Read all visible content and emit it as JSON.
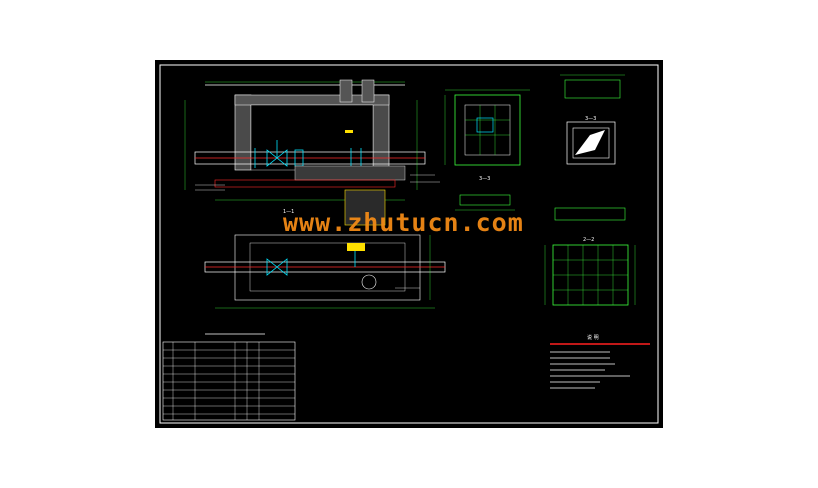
{
  "watermark": "www.zhutucn.com",
  "section_labels": {
    "s11": "1—1",
    "s22": "2—2",
    "s33": "3—3",
    "sdetail": "3—3"
  },
  "notes_title": "说 明",
  "colors": {
    "background": "#000000",
    "frame": "#ffffff",
    "pipe": "#ff2a2a",
    "dimension": "#3cff3c",
    "outline": "#ffffff",
    "valve": "#00e5ff",
    "watermark": "#f28a16",
    "note_highlight": "#ff2020"
  }
}
